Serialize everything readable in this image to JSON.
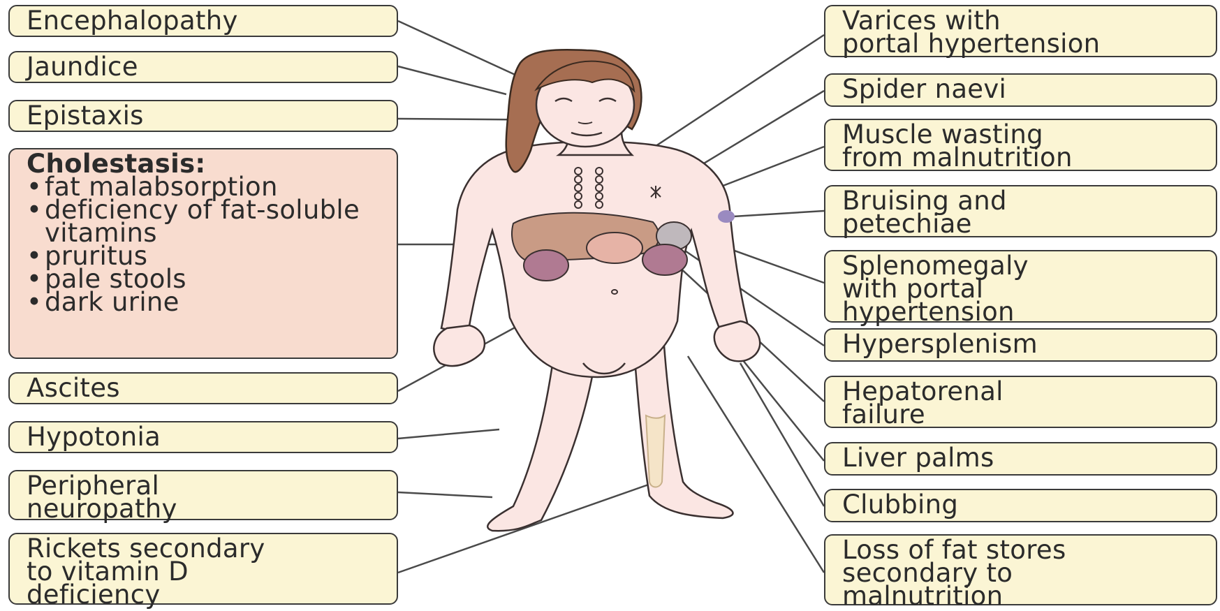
{
  "left_labels": {
    "encephalopathy": "Encephalopathy",
    "jaundice": "Jaundice",
    "epistaxis": "Epistaxis",
    "ascites": "Ascites",
    "hypotonia": "Hypotonia",
    "peripheral_neuropathy": "Peripheral\nneuropathy",
    "rickets": "Rickets secondary\nto vitamin D\ndeficiency"
  },
  "cholestasis": {
    "title": "Cholestasis:",
    "items": [
      "fat malabsorption",
      "deficiency of fat-soluble vitamins",
      "pruritus",
      "pale stools",
      "dark urine"
    ]
  },
  "right_labels": {
    "varices": "Varices with\nportal hypertension",
    "spider_naevi": "Spider naevi",
    "muscle_wasting": "Muscle wasting\nfrom malnutrition",
    "bruising": "Bruising and\npetechiae",
    "splenomegaly": "Splenomegaly\nwith portal\nhypertension",
    "hypersplenism": "Hypersplenism",
    "hepatorenal": "Hepatorenal\nfailure",
    "liver_palms": "Liver palms",
    "clubbing": "Clubbing",
    "loss_of_fat": "Loss of fat stores\nsecondary to\nmalnutrition"
  },
  "colors": {
    "label_fill": "#fbf5d4",
    "cholestasis_fill": "#f8dccf",
    "skin": "#fbe6e3",
    "hair": "#a66e52",
    "liver": "#c99b85",
    "kidney": "#b07a92",
    "spleen": "#bfb8bc",
    "bruise": "#9a8ac0"
  }
}
